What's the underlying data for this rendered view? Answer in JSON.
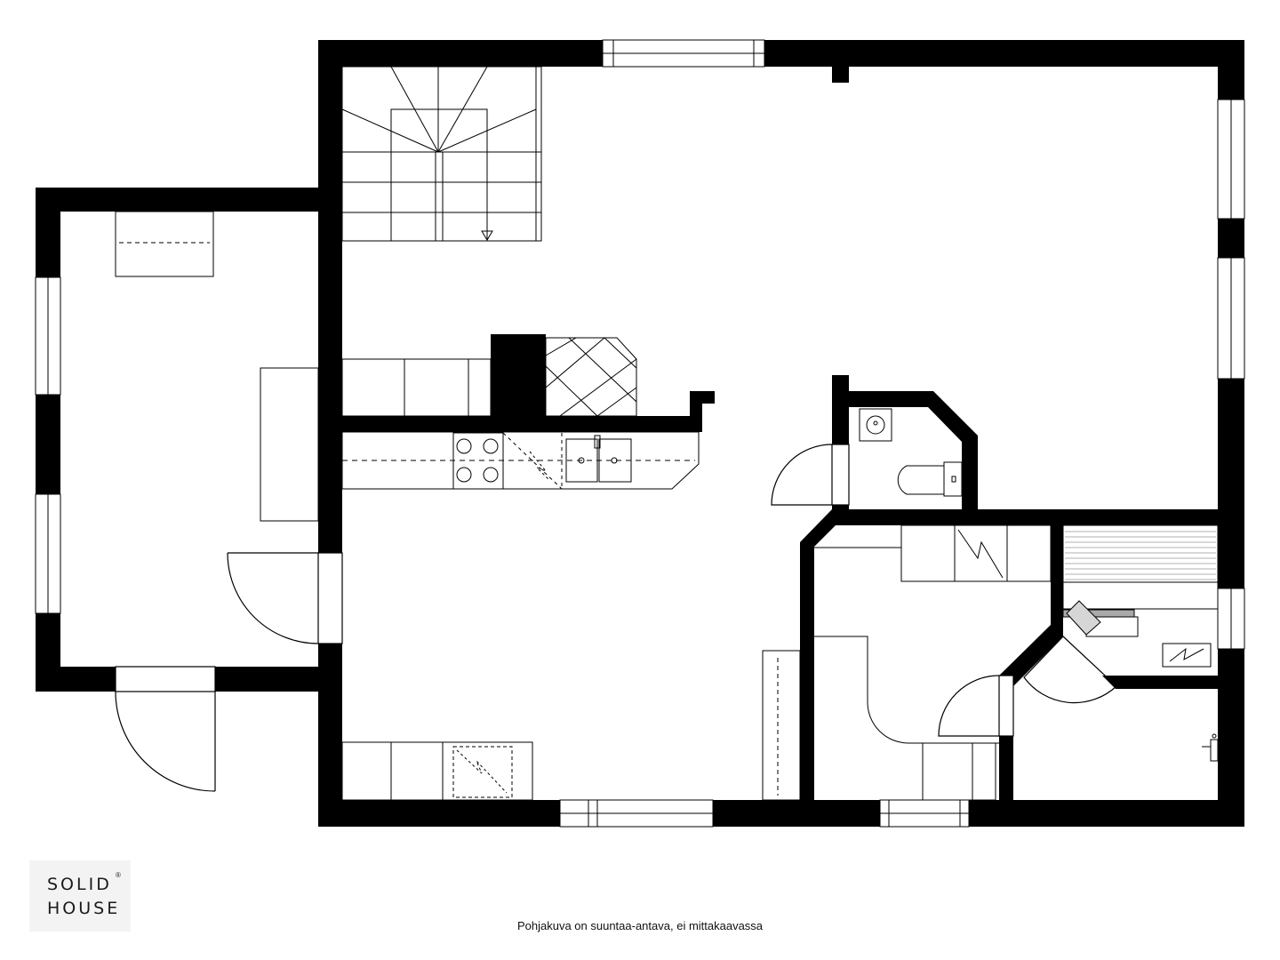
{
  "brand": {
    "line1": "SOLID",
    "line2": "HOUSE",
    "mark": "®"
  },
  "caption": "Pohjakuva on suuntaa-antava, ei mittakaavassa",
  "colors": {
    "wall": "#000000",
    "background": "#ffffff",
    "logo_bg": "#f3f3f3"
  }
}
